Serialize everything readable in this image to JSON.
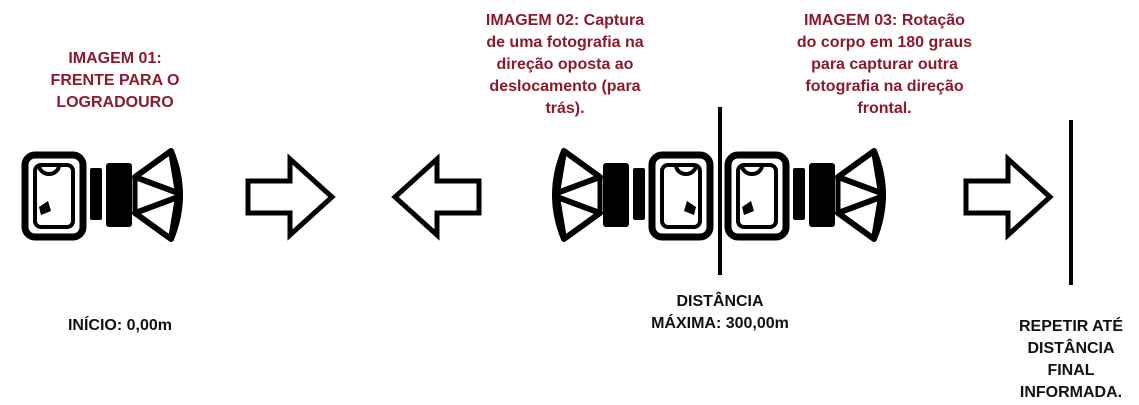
{
  "colors": {
    "caption": "#8B1A2E",
    "text": "#111111",
    "stroke": "#000000"
  },
  "captions": {
    "image01": [
      "IMAGEM 01:",
      "FRENTE PARA O",
      "LOGRADOURO"
    ],
    "image02": [
      "IMAGEM 02: Captura",
      "de uma fotografia na",
      "direção oposta ao",
      "deslocamento (para",
      "trás)."
    ],
    "image03": [
      "IMAGEM 03: Rotação",
      "do corpo em 180 graus",
      "para capturar outra",
      "fotografia na direção",
      "frontal."
    ]
  },
  "markers": {
    "start": [
      "INÍCIO: 0,00m"
    ],
    "max_distance": [
      "DISTÂNCIA",
      "MÁXIMA: 300,00m"
    ],
    "repeat": [
      "REPETIR ATÉ",
      "DISTÂNCIA",
      "FINAL",
      "INFORMADA."
    ]
  },
  "icons": [
    "camera-front-icon",
    "arrow-right-icon",
    "arrow-left-icon",
    "camera-back-icon",
    "camera-front-icon",
    "arrow-right-icon"
  ]
}
